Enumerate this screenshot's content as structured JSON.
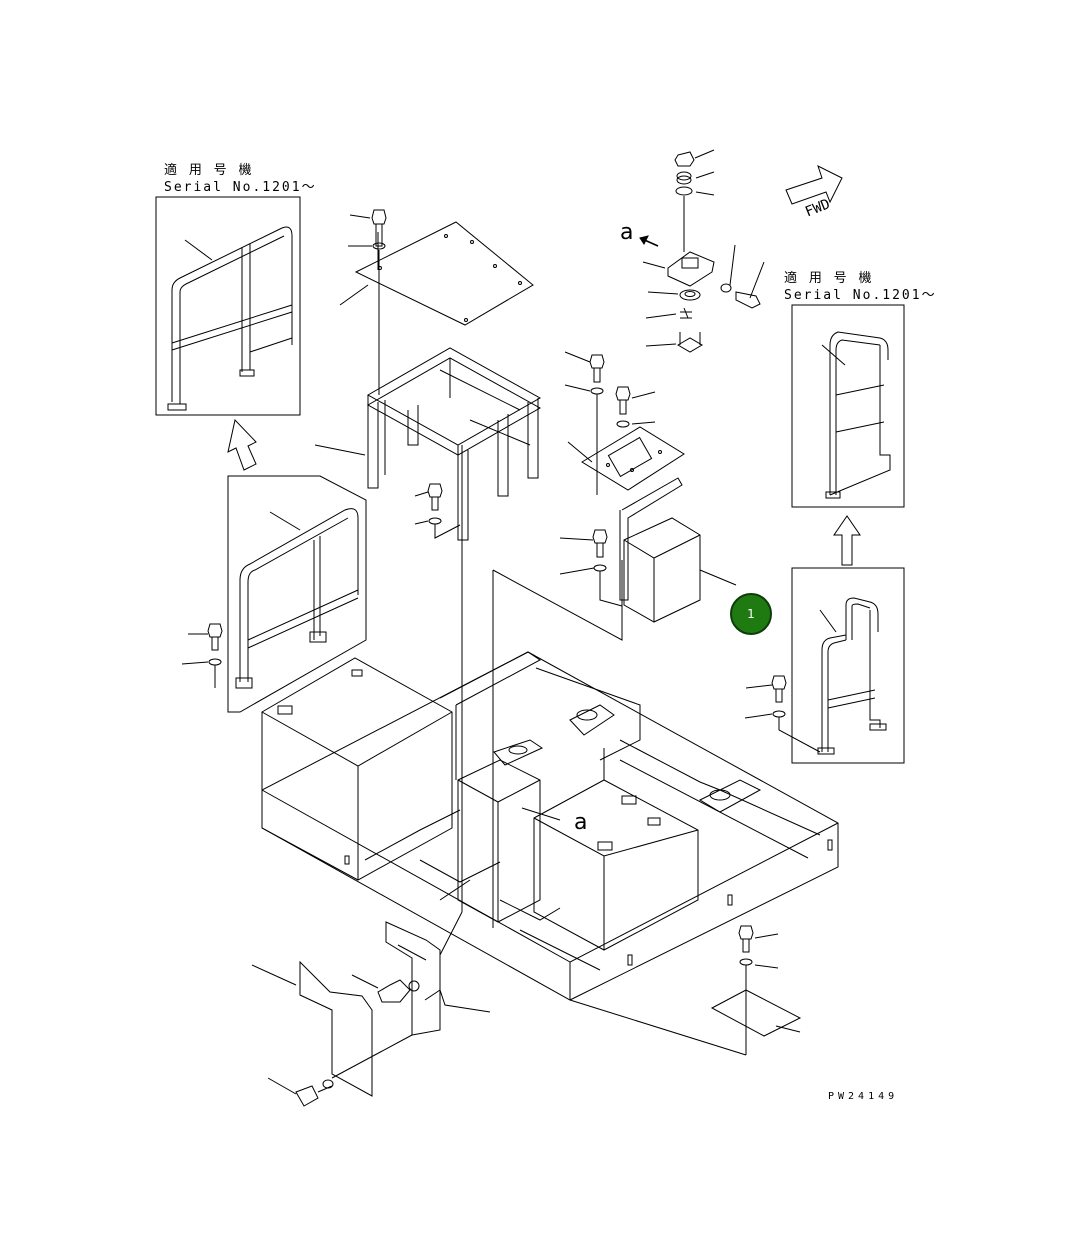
{
  "serial_left": {
    "line1": "適 用 号 機",
    "line2": "Serial No.1201～"
  },
  "serial_right": {
    "line1": "適 用 号 機",
    "line2": "Serial No.1201～"
  },
  "fwd_label": "FWD",
  "view_marker_top": "a",
  "view_marker_mid": "a",
  "callout": {
    "number": "1",
    "color": "#1f7a12"
  },
  "drawing_code": "PW24149"
}
